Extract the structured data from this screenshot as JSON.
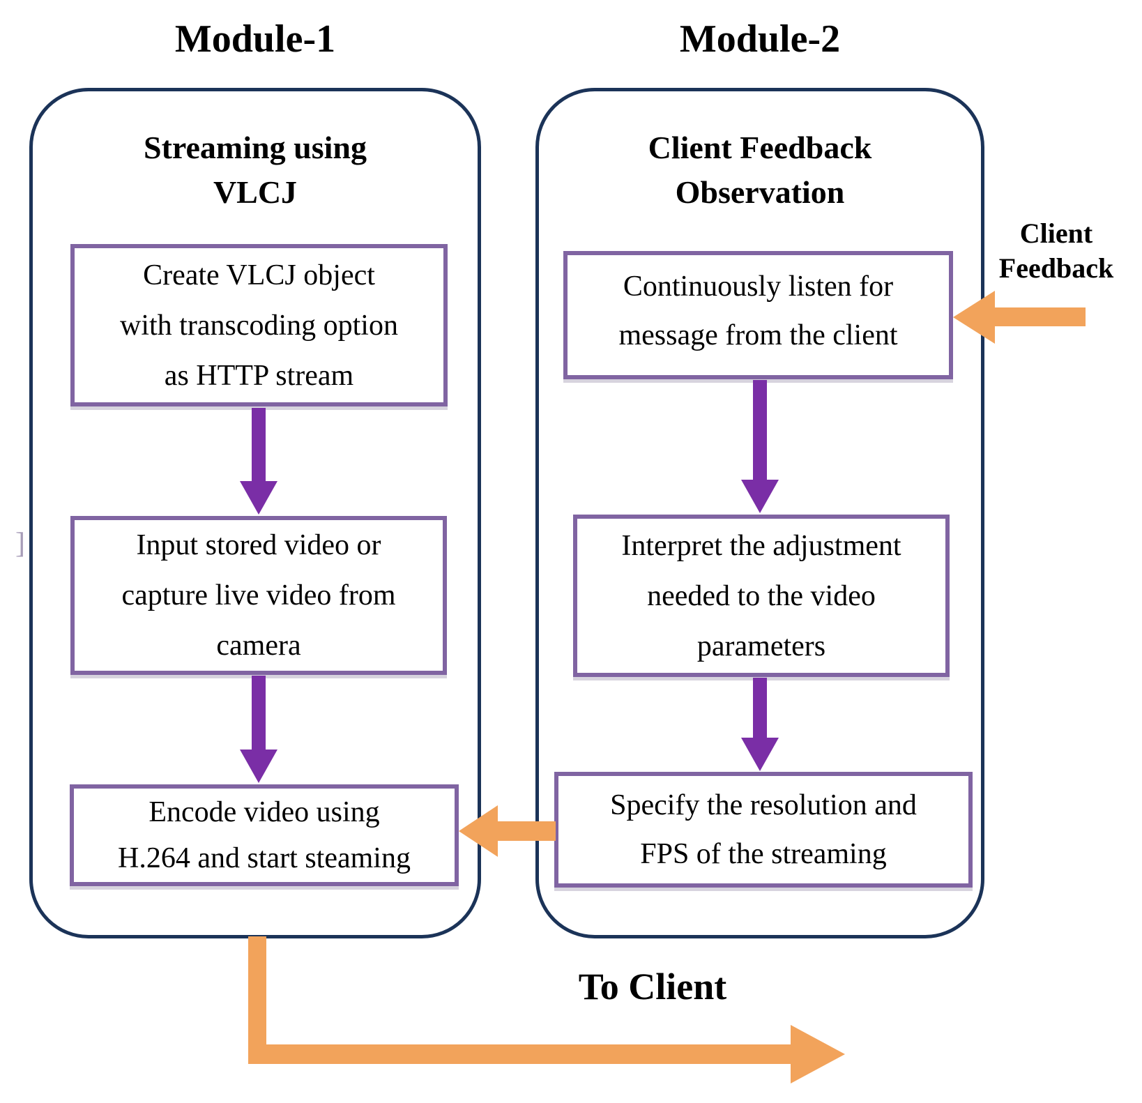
{
  "colors": {
    "module_border": "#1b3358",
    "box_border": "#8064a2",
    "flow_arrow": "#7a2ea6",
    "feedback_arrow": "#f2a35b",
    "text": "#000000",
    "artifact": "#a79cb8"
  },
  "modules": [
    {
      "title": "Module-1",
      "header": "Streaming using\nVLCJ",
      "boxes": [
        {
          "text": "Create VLCJ object\nwith transcoding option\nas HTTP stream"
        },
        {
          "text": "Input stored video or\ncapture live video from\ncamera"
        },
        {
          "text": "Encode video using\nH.264 and start steaming"
        }
      ]
    },
    {
      "title": "Module-2",
      "header": "Client Feedback\nObservation",
      "boxes": [
        {
          "text": "Continuously listen for\nmessage from the client"
        },
        {
          "text": "Interpret the adjustment\nneeded to the video\nparameters"
        },
        {
          "text": "Specify the resolution and\nFPS of the streaming"
        }
      ]
    }
  ],
  "annotations": {
    "client_feedback_label": "Client\nFeedback",
    "to_client_label": "To Client",
    "left_margin_artifact": "]"
  }
}
